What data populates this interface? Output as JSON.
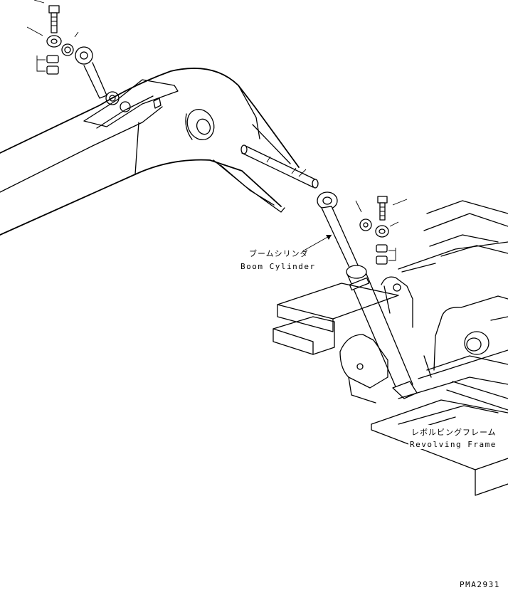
{
  "labels": {
    "boom_cylinder_jp": "ブームシリンダ",
    "boom_cylinder_en": "Boom Cylinder",
    "revolving_frame_jp": "レボルビングフレーム",
    "revolving_frame_en": "Revolving Frame",
    "figure_code": "PMA2931"
  }
}
